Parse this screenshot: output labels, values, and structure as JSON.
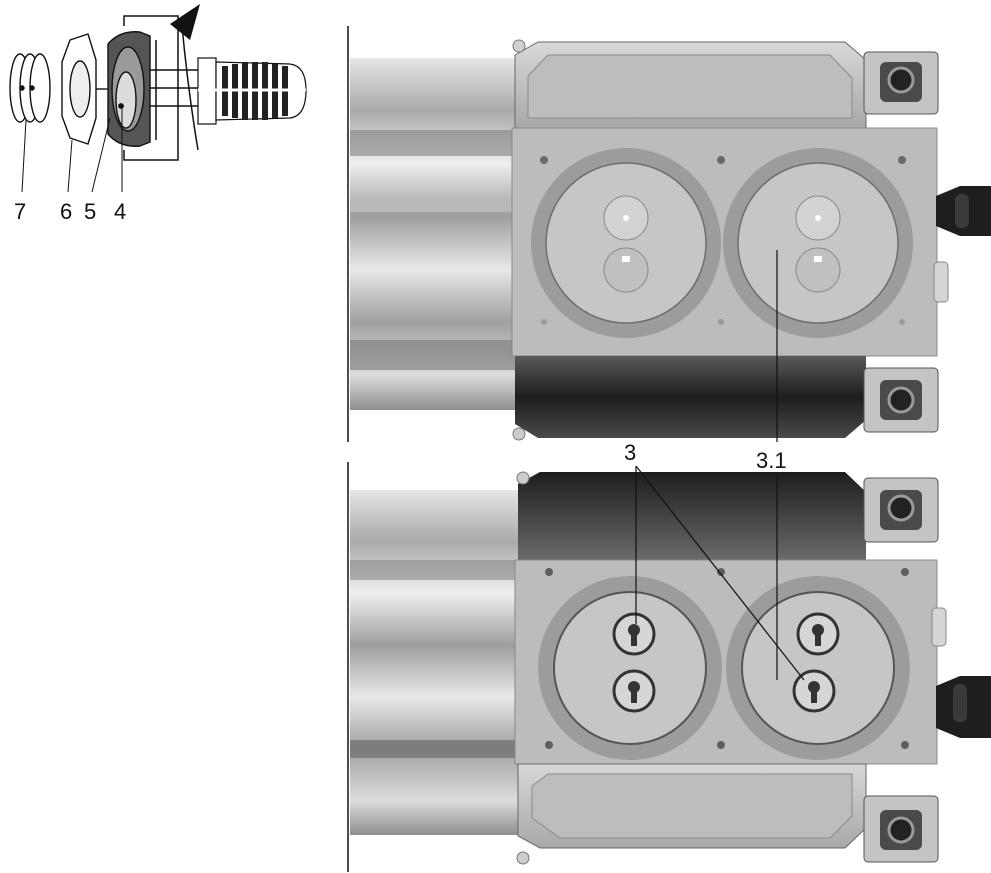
{
  "detail": {
    "callouts": [
      "7",
      "6",
      "5",
      "4"
    ]
  },
  "views": {
    "top": {
      "label": "3.1"
    },
    "bottom": {
      "label": "3"
    }
  },
  "colors": {
    "body_light": "#c9c9c9",
    "body_mid": "#9d9d9d",
    "body_dark": "#2a2a2a",
    "line": "#111111",
    "background": "#ffffff"
  }
}
